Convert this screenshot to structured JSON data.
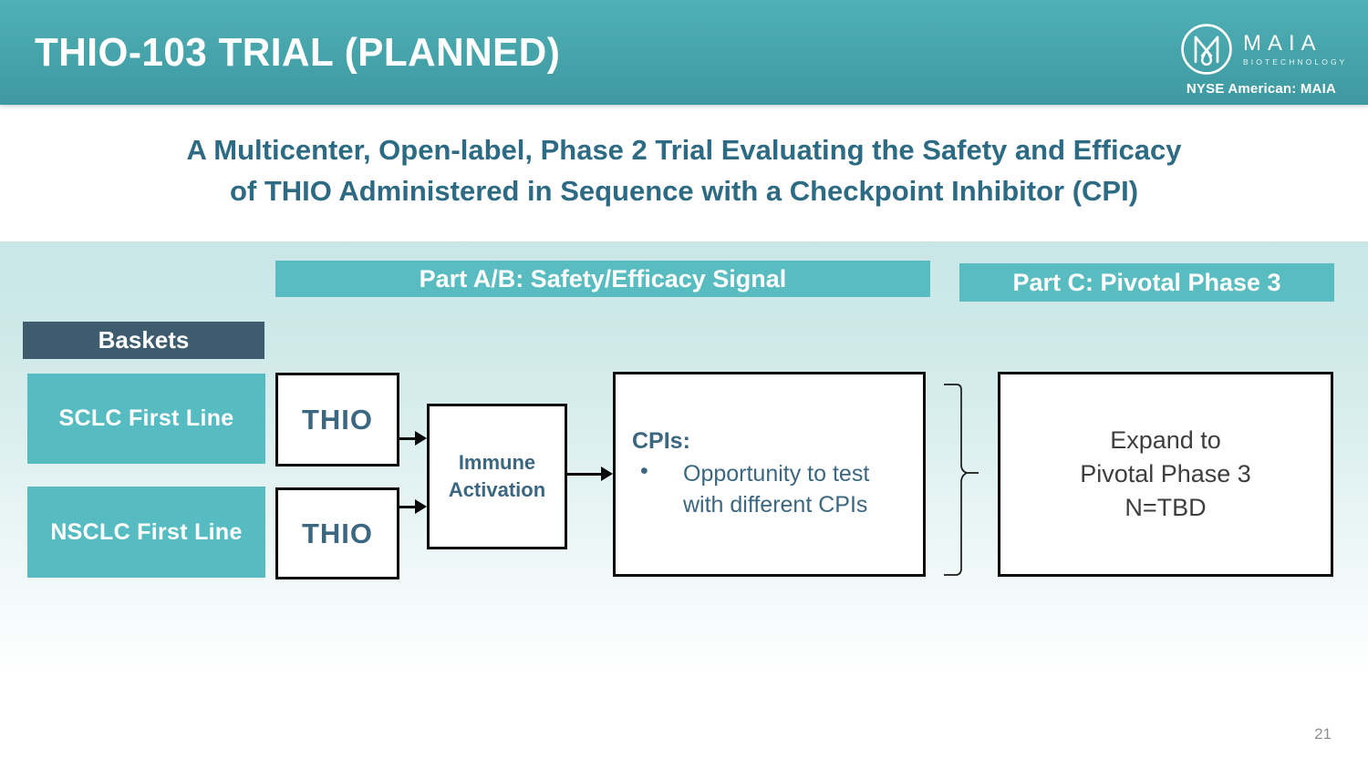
{
  "header": {
    "title": "THIO-103 TRIAL (PLANNED)",
    "logo_name": "MAIA",
    "logo_sub": "BIOTECHNOLOGY",
    "ticker": "NYSE American: MAIA"
  },
  "subtitle": {
    "line1": "A Multicenter, Open-label, Phase 2 Trial Evaluating the Safety and Efficacy",
    "line2": "of THIO Administered in Sequence with a Checkpoint Inhibitor (CPI)"
  },
  "diagram": {
    "part_ab": "Part A/B: Safety/Efficacy Signal",
    "part_c": "Part C: Pivotal Phase 3",
    "baskets": "Baskets",
    "basket_sclc": "SCLC First Line",
    "basket_nsclc": "NSCLC First Line",
    "thio_top": "THIO",
    "thio_bottom": "THIO",
    "immune_line1": "Immune",
    "immune_line2": "Activation",
    "cpis_title": "CPIs:",
    "cpis_bullet_glyph": "•",
    "cpis_bullet_text": "Opportunity to test with different CPIs",
    "expand_line1": "Expand to",
    "expand_line2": "Pivotal Phase 3",
    "expand_line3": "N=TBD"
  },
  "footer": {
    "page_number": "21"
  },
  "colors": {
    "header_teal": "#45a3aa",
    "banner_teal": "#58bcc0",
    "basket_teal": "#57bcc1",
    "baskets_dark_slate": "#3d5c6e",
    "box_text_teal": "#3b6780",
    "subtitle_blue": "#2d6a83",
    "band_light_teal": "#c9e6e6",
    "box_border_black": "#0b0b0b",
    "expand_text_gray": "#3e3e3e",
    "page_number_gray": "#909090"
  }
}
